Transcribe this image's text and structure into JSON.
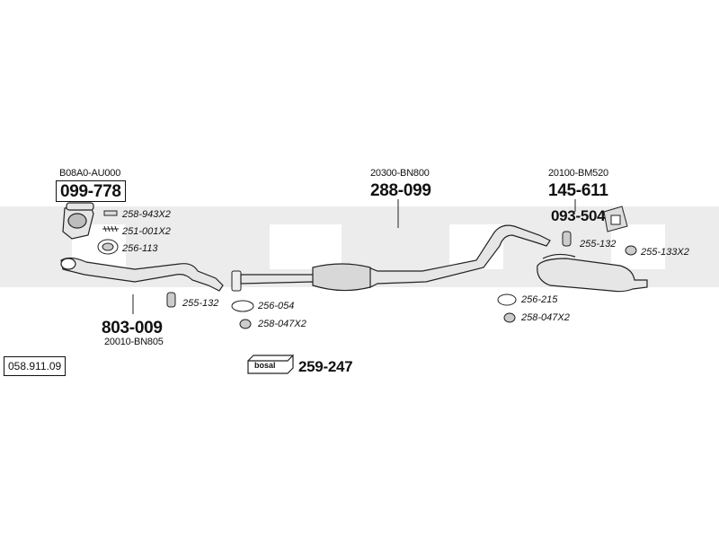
{
  "reference": "058.911.09",
  "front_pipe": {
    "oem": "B08A0-AU000",
    "part": "099-778"
  },
  "mid_pipe": {
    "oem": "20300-BN800",
    "part": "288-099"
  },
  "rear_silencer": {
    "oem": "20100-BM520",
    "part": "145-611"
  },
  "rear_bracket": {
    "part": "093-504"
  },
  "downpipe": {
    "oem": "20010-BN805",
    "part": "803-009"
  },
  "hardware": {
    "bolts": "258-943X2",
    "springs": "251-001X2",
    "ring_front": "256-113",
    "hanger_front": "255-132",
    "gasket_mid": "256-054",
    "nut_mid": "258-047X2",
    "hanger_rear": "255-132",
    "hanger_tail": "255-133X2",
    "gasket_rear": "256-215",
    "nut_rear": "258-047X2"
  },
  "kit": {
    "part": "259-247",
    "brand": "bosal"
  },
  "colors": {
    "line": "#222222",
    "fill": "#e6e6e6",
    "watermark": "#e9e9e9"
  }
}
